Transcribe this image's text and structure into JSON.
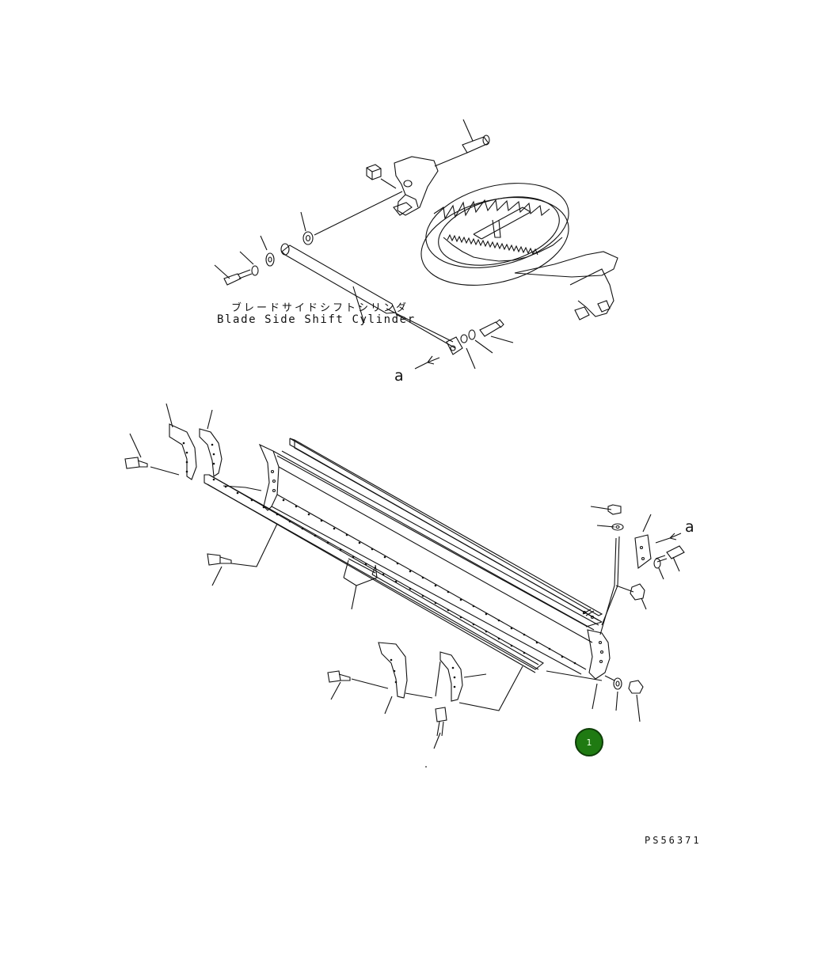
{
  "caption": {
    "japanese": "ブレードサイドシフトシリンダ",
    "english": "Blade Side Shift Cylinder"
  },
  "reference_marks": {
    "top": "a",
    "right": "a"
  },
  "callout": {
    "number": "1",
    "color": "#1f7a12"
  },
  "drawing_number": "PS56371"
}
